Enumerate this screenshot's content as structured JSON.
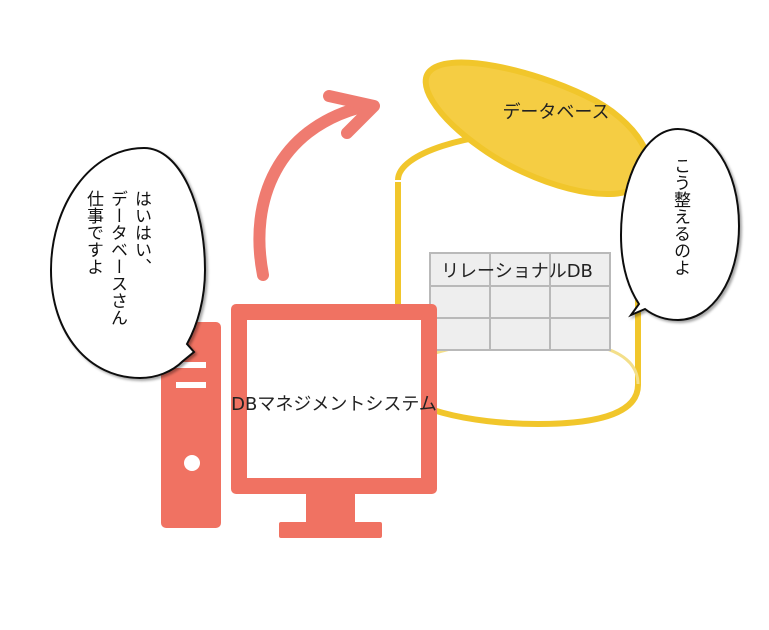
{
  "labels": {
    "database": "データベース",
    "relational_db": "リレーショナルDB",
    "dbms": "DBマネジメントシステム"
  },
  "bubbles": {
    "left": {
      "line1": "はいはい、",
      "line2": "データベースさん",
      "line3": "仕事ですよ"
    },
    "right": {
      "line1": "こう整えるのよ"
    }
  },
  "colors": {
    "computer": "#f07262",
    "arrow": "#ef7b70",
    "cylinder_stroke": "#f1c62b",
    "lid_fill": "#f5cd43",
    "table_cell": "#eeeeee",
    "table_border": "#b9b9b9"
  },
  "icons": {
    "computer": "desktop-computer-icon",
    "database": "database-cylinder-icon",
    "arrow": "curved-arrow-icon",
    "table": "relational-table-icon"
  }
}
